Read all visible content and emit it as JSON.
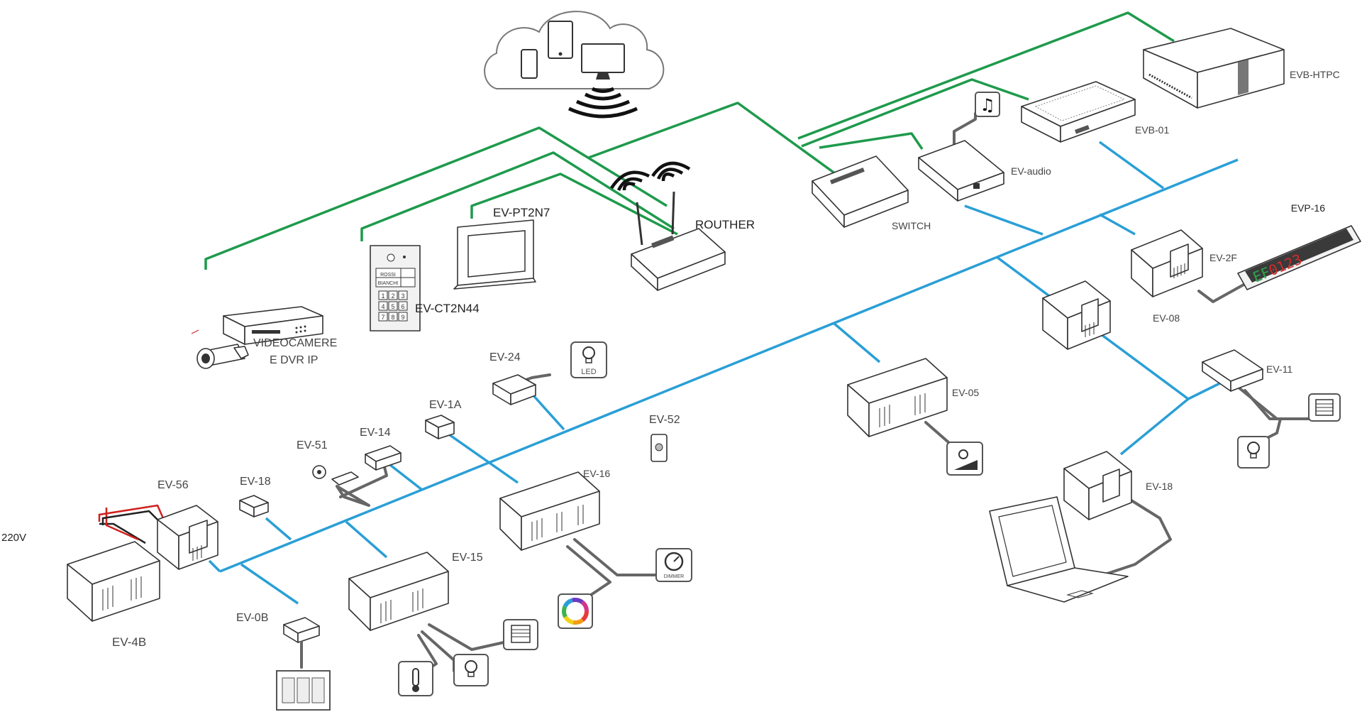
{
  "labels": {
    "routher": "ROUTHER",
    "switch": "SWITCH",
    "ev_audio": "EV-audio",
    "evb_01": "EVB-01",
    "evb_htpc": "EVB-HTPC",
    "evp_16": "EVP-16",
    "ev_2f": "EV-2F",
    "ev_08": "EV-08",
    "ev_pt2n7": "EV-PT2N7",
    "ev_ct2n44": "EV-CT2N44",
    "videocamere_line1": "VIDEOCAMERE",
    "videocamere_line2": "E DVR IP",
    "ev_24": "EV-24",
    "ev_1a": "EV-1A",
    "ev_52": "EV-52",
    "ev_51": "EV-51",
    "ev_14": "EV-14",
    "ev_56": "EV-56",
    "ev_18_left": "EV-18",
    "ev_16": "EV-16",
    "ev_15": "EV-15",
    "ev_0b": "EV-0B",
    "ev_4b": "EV-4B",
    "ev_05": "EV-05",
    "ev_11": "EV-11",
    "ev_18_right": "EV-18",
    "v220": "220V"
  },
  "icon_text": {
    "led": "LED",
    "dimmer": "DIMMER"
  },
  "panel": {
    "name_1": "ROSSI",
    "name_2": "BIANCHI",
    "keys": [
      "1",
      "2",
      "3",
      "4",
      "5",
      "6",
      "7",
      "8",
      "9"
    ]
  },
  "display_text": "EF0123",
  "colors": {
    "ip_network": "#1e9a4c",
    "bus_network": "#2a9fd6",
    "device_cable": "#666666",
    "power_red": "#d0201d"
  }
}
